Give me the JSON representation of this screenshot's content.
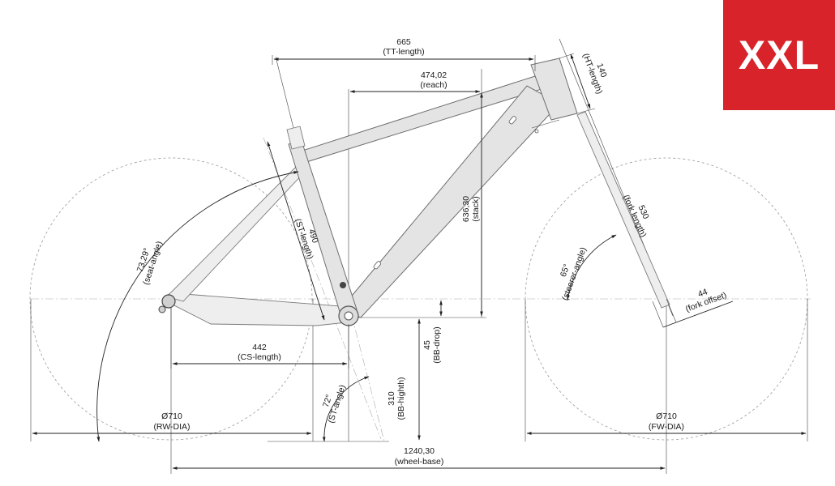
{
  "size_badge": "XXL",
  "dimensions": {
    "tt_length": {
      "value": "665",
      "label": "(TT-length)"
    },
    "reach": {
      "value": "474,02",
      "label": "(reach)"
    },
    "ht_length": {
      "value": "140",
      "label": "(HT-length)"
    },
    "stack": {
      "value": "636,30",
      "label": "(stack)"
    },
    "st_length": {
      "value": "490",
      "label": "(ST-length)"
    },
    "fork_length": {
      "value": "530",
      "label": "(fork length)"
    },
    "seat_angle": {
      "value": "73,29°",
      "label": "(seat-angle)"
    },
    "steerer_angle": {
      "value": "65°",
      "label": "(steerer-angle)"
    },
    "fork_offset": {
      "value": "44",
      "label": "(fork offset)"
    },
    "cs_length": {
      "value": "442",
      "label": "(CS-length)"
    },
    "bb_drop": {
      "value": "45",
      "label": "(BB-drop)"
    },
    "bb_height": {
      "value": "310",
      "label": "(BB-highth)"
    },
    "st_angle": {
      "value": "72°",
      "label": "(ST-angle)"
    },
    "rw_dia": {
      "value": "Ø710",
      "label": "(RW-DIA)"
    },
    "fw_dia": {
      "value": "Ø710",
      "label": "(FW-DIA)"
    },
    "wheel_base": {
      "value": "1240,30",
      "label": "(wheel-base)"
    }
  },
  "colors": {
    "badge": "#d8232a",
    "frame": "#e4e4e4",
    "line": "#222222"
  }
}
